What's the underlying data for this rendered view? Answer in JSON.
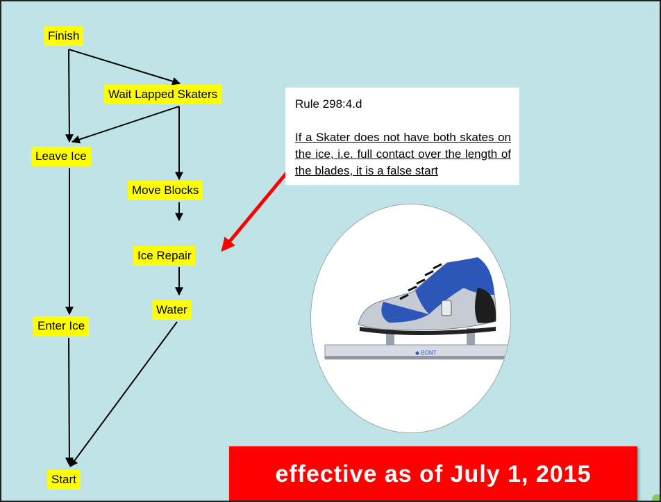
{
  "flowchart": {
    "nodes": {
      "finish": "Finish",
      "wait": "Wait Lapped Skaters",
      "leave": "Leave Ice",
      "move": "Move Blocks",
      "repair": "Ice Repair",
      "water": "Water",
      "enter": "Enter Ice",
      "start": "Start"
    }
  },
  "rule": {
    "title": "Rule 298:4.d",
    "text": "If a Skater does not have both skates on the ice, i.e. full contact over the length of the blades, it is a false start"
  },
  "banner": {
    "text": "effective as of July 1, 2015"
  },
  "colors": {
    "background": "#bfe3e6",
    "node_fill": "#ffff00",
    "pointer_arrow": "#ff0000",
    "banner_fill": "#ff0000",
    "boot_blue": "#2c57b8",
    "boot_silver": "#c7ccd4"
  },
  "icons": {
    "skate_image": "speed-skate-image"
  }
}
